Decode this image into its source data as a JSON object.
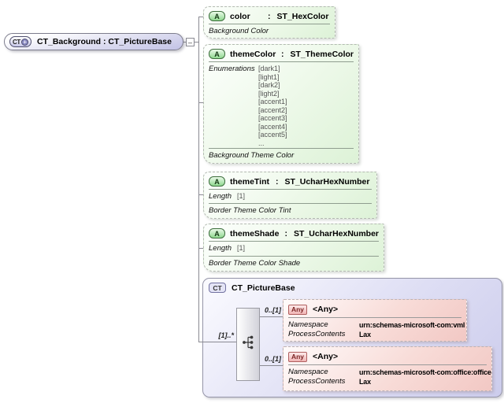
{
  "colors": {
    "attribute_fill": "#ddf2d7",
    "element_fill": "#c2c2e6",
    "base_panel_fill": "#ccccec",
    "any_fill": "#f2c8c4",
    "connector": "#8a8a92"
  },
  "colon": ":",
  "root": {
    "icon": "CT",
    "icon_plus": "+",
    "label": "CT_Background : CT_PictureBase",
    "collapse_glyph": "–"
  },
  "attributes": [
    {
      "icon": "A",
      "name": "color",
      "type": "ST_HexColor",
      "annotation": "Background Color"
    },
    {
      "icon": "A",
      "name": "themeColor",
      "type": "ST_ThemeColor",
      "facet_label": "Enumerations",
      "enumerations": [
        "[dark1]",
        "[light1]",
        "[dark2]",
        "[light2]",
        "[accent1]",
        "[accent2]",
        "[accent3]",
        "[accent4]",
        "[accent5]",
        "..."
      ],
      "annotation": "Background Theme Color"
    },
    {
      "icon": "A",
      "name": "themeTint",
      "type": "ST_UcharHexNumber",
      "facet_label": "Length",
      "facet_value": "[1]",
      "annotation": "Border Theme Color Tint"
    },
    {
      "icon": "A",
      "name": "themeShade",
      "type": "ST_UcharHexNumber",
      "facet_label": "Length",
      "facet_value": "[1]",
      "annotation": "Border Theme Color Shade"
    }
  ],
  "base": {
    "icon": "CT",
    "label": "CT_PictureBase",
    "group_cardinality": "[1]..*",
    "any_elements": [
      {
        "icon": "Any",
        "label": "<Any>",
        "cardinality": "0..[1]",
        "namespace_label": "Namespace",
        "namespace_value": "urn:schemas-microsoft-com:vml",
        "process_label": "ProcessContents",
        "process_value": "Lax"
      },
      {
        "icon": "Any",
        "label": "<Any>",
        "cardinality": "0..[1]",
        "namespace_label": "Namespace",
        "namespace_value": "urn:schemas-microsoft-com:office:office",
        "process_label": "ProcessContents",
        "process_value": "Lax"
      }
    ]
  }
}
